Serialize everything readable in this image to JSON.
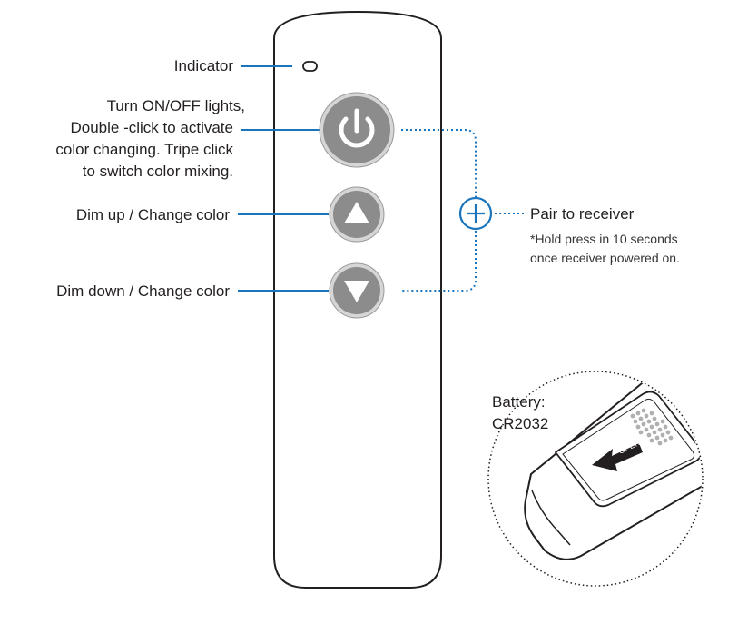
{
  "labels": {
    "indicator": "Indicator",
    "power_line1": "Turn ON/OFF lights,",
    "power_line2": "Double -click to activate",
    "power_line3": "color changing. Tripe click",
    "power_line4": "to switch color mixing.",
    "dim_up": "Dim up / Change color",
    "dim_down": "Dim down / Change color",
    "pair": "Pair to receiver",
    "pair_note_line1": "*Hold press in 10 seconds",
    "pair_note_line2": "once receiver powered on.",
    "battery_line1": "Battery:",
    "battery_line2": "CR2032",
    "open_arrow": "OPEN"
  },
  "colors": {
    "leader_line": "#1b75bc",
    "button_fill": "#8c8c8c",
    "button_ring": "#d6d6d6",
    "remote_outline": "#231f20",
    "text": "#231f20"
  },
  "icons": {
    "power": "power-icon",
    "up": "triangle-up-icon",
    "down": "triangle-down-icon",
    "pair": "plus-circle-icon"
  }
}
